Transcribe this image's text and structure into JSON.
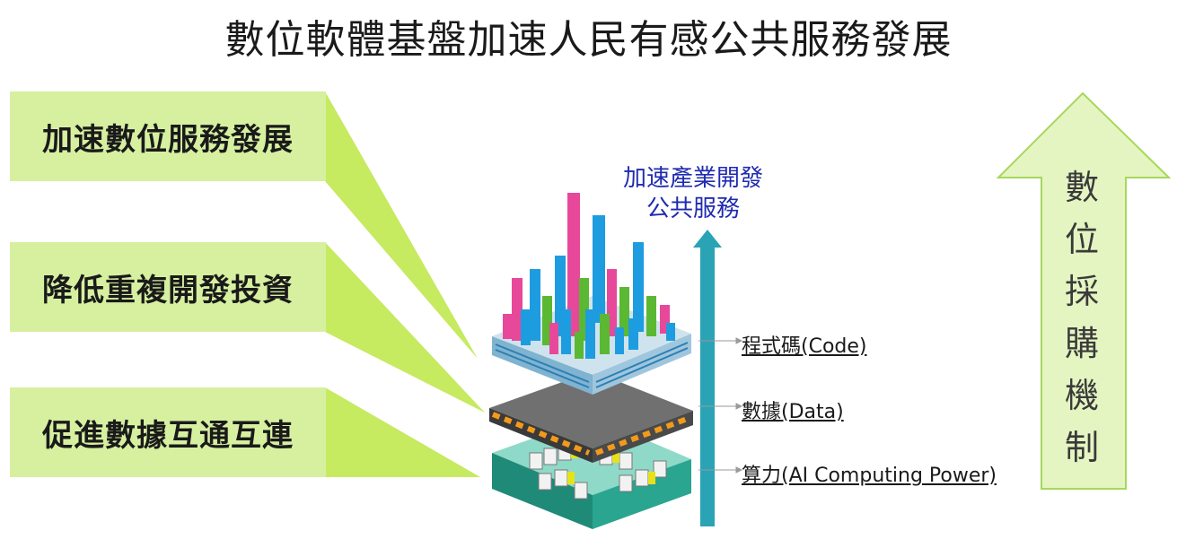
{
  "title": "數位軟體基盤加速人民有感公共服務發展",
  "left_boxes": [
    "加速數位服務發展",
    "降低重複開發投資",
    "促進數據互通互連"
  ],
  "top_note": [
    "加速產業開發",
    "公共服務"
  ],
  "layers": [
    "程式碼(Code)",
    "數據(Data)",
    "算力(AI Computing Power)"
  ],
  "vertical_text": [
    "數",
    "位",
    "採",
    "購",
    "機",
    "制"
  ],
  "colors": {
    "box_fill": "#d6f0a0",
    "callout_fill": "#c6ea60",
    "arrow_teal": "#2aa3b5",
    "big_arrow_fill": "#e4f5c2",
    "big_arrow_stroke": "#a6d85a",
    "note_blue": "#1f2bb0",
    "bar_pink": "#e8489a",
    "bar_blue": "#1e9ce0",
    "bar_green": "#5ab832"
  }
}
